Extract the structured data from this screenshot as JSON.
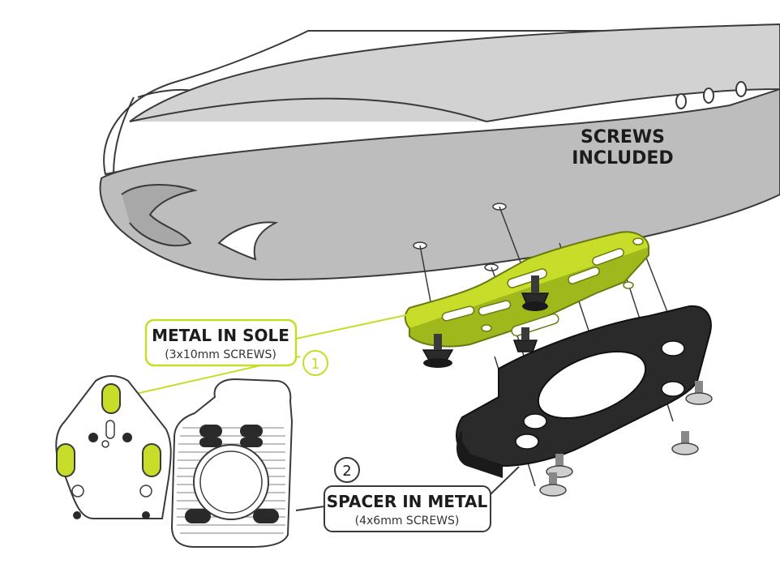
{
  "labels": {
    "screws_included_line1": "SCREWS",
    "screws_included_line2": "INCLUDED",
    "metal_in_sole_title": "METAL IN SOLE",
    "metal_in_sole_sub": "(3x10mm SCREWS)",
    "metal_in_sole_number": "1",
    "spacer_title": "SPACER IN METAL",
    "spacer_sub": "(4x6mm SCREWS)",
    "spacer_number": "2"
  },
  "colors": {
    "accent_green": "#c8dc2a",
    "accent_green_dark": "#9fb81c",
    "sole_gray": "#bdbdbd",
    "spacer_black": "#2a2a2a",
    "outline": "#3a3a3a"
  }
}
